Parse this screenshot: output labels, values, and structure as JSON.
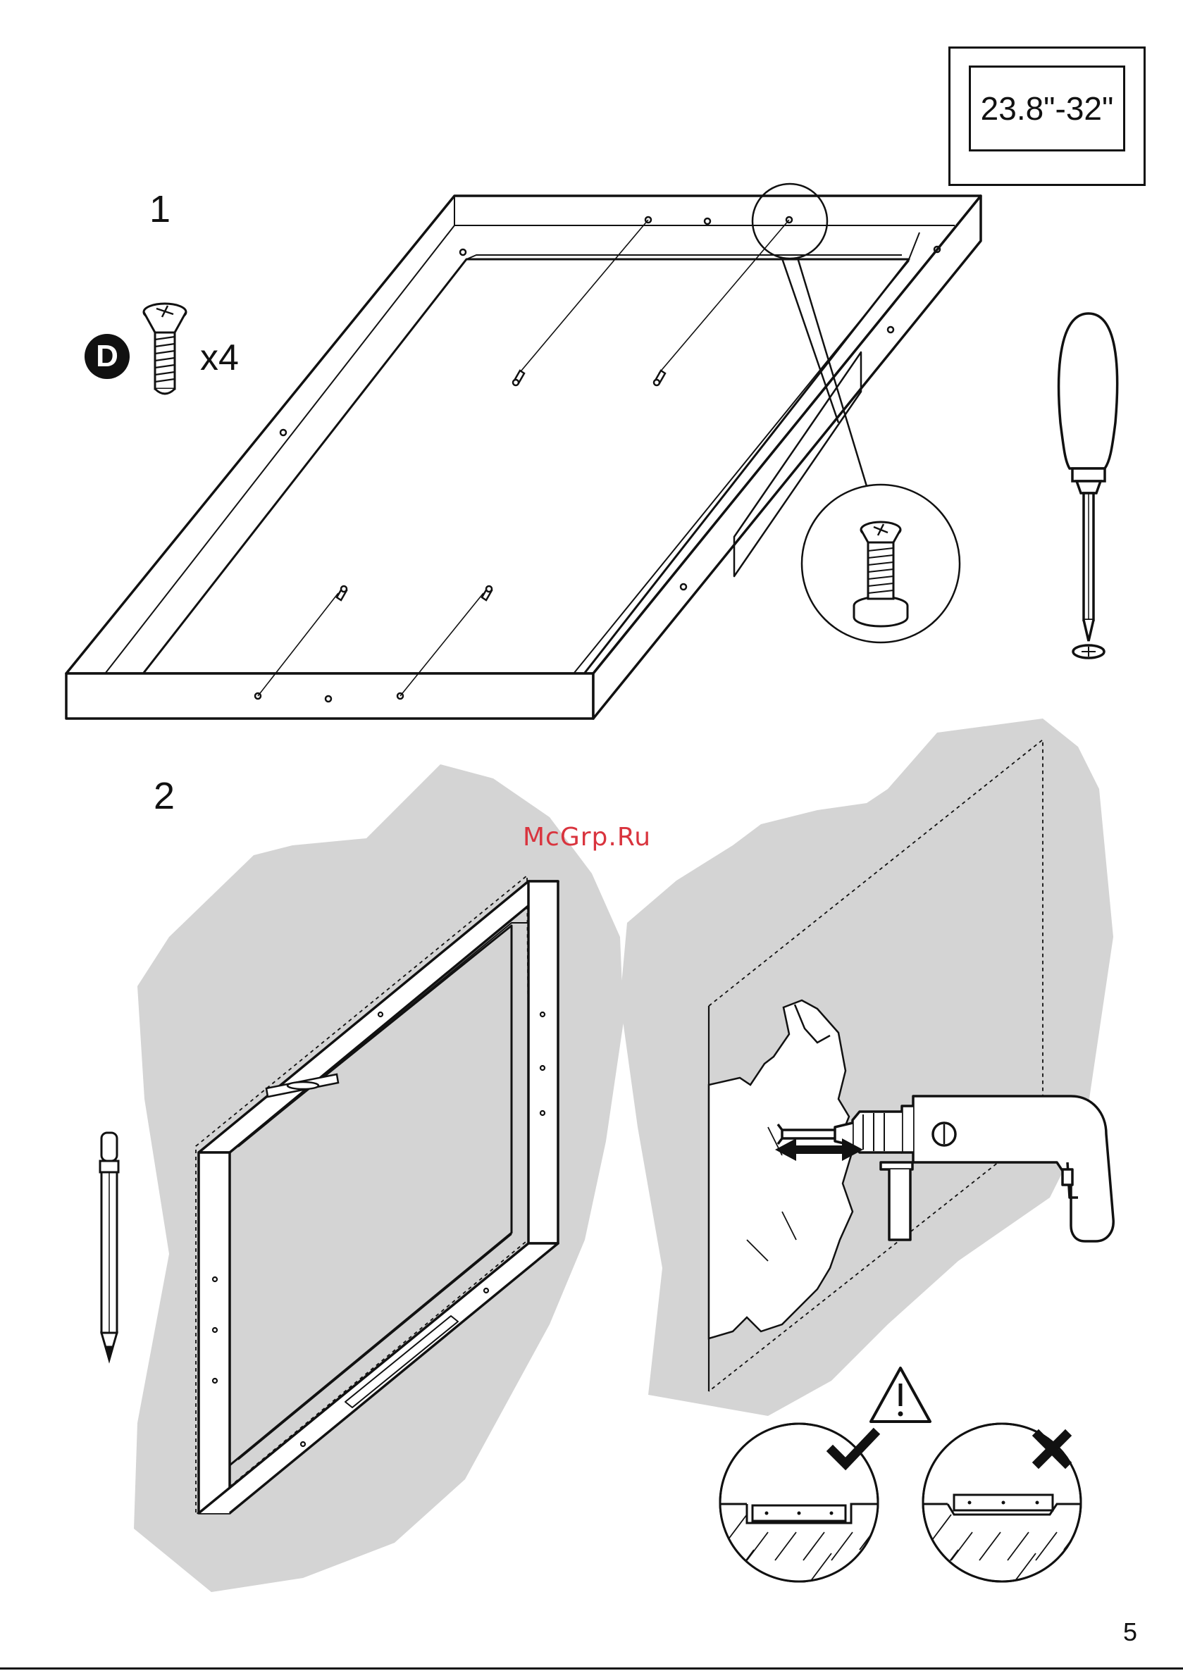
{
  "steps": [
    {
      "number": "1"
    },
    {
      "number": "2"
    }
  ],
  "tv_size_badge": {
    "text": "23.8\"-32\""
  },
  "parts": [
    {
      "letter": "D",
      "quantity": "x4",
      "icon": "screw-icon"
    }
  ],
  "tools": [
    "screwdriver-icon",
    "pencil-icon",
    "drill-icon"
  ],
  "warning": {
    "icon": "warning-triangle-icon"
  },
  "checks": {
    "correct_icon": "checkmark-icon",
    "wrong_icon": "cross-icon"
  },
  "watermark": "McGrp.Ru",
  "page_number": "5",
  "colors": {
    "ink": "#111111",
    "wall_gray": "#d4d4d4",
    "watermark_red": "#d9343e"
  }
}
